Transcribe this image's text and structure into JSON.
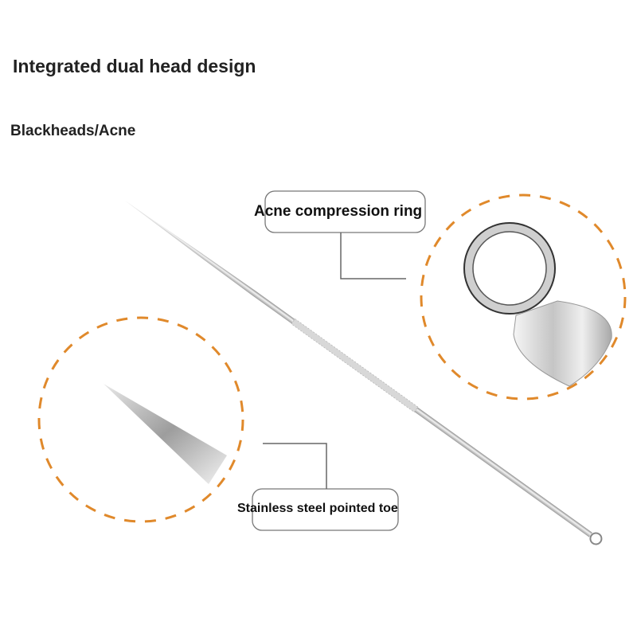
{
  "heading": "Integrated dual head design",
  "subheading": "Blackheads/Acne",
  "callouts": {
    "ring": "Acne compression ring",
    "tip": "Stainless steel pointed toe"
  },
  "colors": {
    "accent": "#E0892B",
    "steel": "#c9c9c9"
  }
}
